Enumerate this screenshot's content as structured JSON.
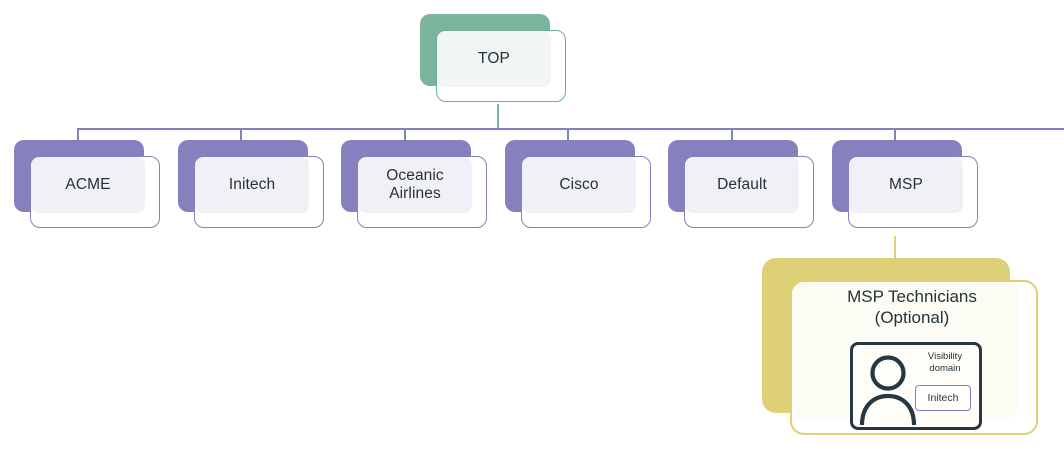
{
  "diagram": {
    "type": "org-hierarchy-tree",
    "root": {
      "id": "top",
      "label": "TOP",
      "color": "#7ab49d"
    },
    "children": [
      {
        "id": "acme",
        "label": "ACME",
        "color": "#8581bf"
      },
      {
        "id": "initech",
        "label": "Initech",
        "color": "#8581bf"
      },
      {
        "id": "oceanic",
        "label": "Oceanic\nAirlines",
        "color": "#8581bf"
      },
      {
        "id": "cisco",
        "label": "Cisco",
        "color": "#8581bf"
      },
      {
        "id": "default",
        "label": "Default",
        "color": "#8581bf"
      },
      {
        "id": "msp",
        "label": "MSP",
        "color": "#8581bf"
      }
    ],
    "msp_technicians": {
      "title": "MSP Technicians\n(Optional)",
      "color": "#ddd077",
      "user_card": {
        "person_icon": "person-icon",
        "visibility_label": "Visibility\ndomain",
        "domain_badge": "Initech",
        "badge_color": "#8581bf",
        "border_color": "#283840"
      }
    },
    "connector_colors": {
      "tree": "#8581bf",
      "root_stem": "#7ab49d",
      "msp_to_technicians": "#ddd077"
    }
  }
}
